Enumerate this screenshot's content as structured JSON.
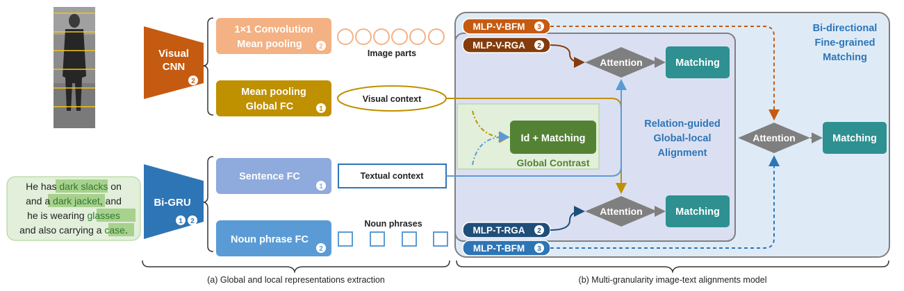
{
  "visual_cnn": {
    "line1": "Visual",
    "line2": "CNN",
    "badge": "2"
  },
  "bi_gru": {
    "label": "Bi-GRU",
    "badge1": "1",
    "badge2": "2"
  },
  "conv_box": {
    "line1": "1×1 Convolution",
    "line2": "Mean pooling",
    "badge": "2"
  },
  "global_box": {
    "line1": "Mean pooling",
    "line2": "Global FC",
    "badge": "1"
  },
  "sentence_box": {
    "label": "Sentence FC",
    "badge": "1"
  },
  "noun_box": {
    "label": "Noun phrase FC",
    "badge": "2"
  },
  "image_parts_label": "Image parts",
  "visual_context_label": "Visual context",
  "textual_context_label": "Textual context",
  "noun_phrases_label": "Noun phrases",
  "caption": {
    "line1": [
      "He has ",
      "dark slacks",
      " on"
    ],
    "line2": [
      "and a ",
      "dark jacket",
      ", and"
    ],
    "line3": [
      "he is wearing ",
      "glasses"
    ],
    "line4": [
      "and also carrying a ",
      "case",
      "."
    ]
  },
  "mlp_v_bfm": {
    "label": "MLP-V-BFM",
    "badge": "3"
  },
  "mlp_v_rga": {
    "label": "MLP-V-RGA",
    "badge": "2"
  },
  "mlp_t_rga": {
    "label": "MLP-T-RGA",
    "badge": "2"
  },
  "mlp_t_bfm": {
    "label": "MLP-T-BFM",
    "badge": "3"
  },
  "attention_label": "Attention",
  "matching_label": "Matching",
  "id_matching_label": "Id + Matching",
  "global_contrast_label": "Global Contrast",
  "rga_title": {
    "line1": "Relation-guided",
    "line2": "Global-local",
    "line3": "Alignment"
  },
  "bfm_title": {
    "line1": "Bi-directional",
    "line2": "Fine-grained",
    "line3": "Matching"
  },
  "caption_a": "(a) Global and local representations extraction",
  "caption_b": "(b) Multi-granularity image-text alignments model",
  "colors": {
    "orange_dark": "#c55a11",
    "orange_light": "#f4b183",
    "gold": "#bf9000",
    "blue_dark": "#2e75b6",
    "blue_light": "#8faadc",
    "teal": "#2e9090",
    "green": "#548235",
    "gray": "#7f7f7f",
    "brown": "#843c0c",
    "navy": "#1f4e79"
  }
}
